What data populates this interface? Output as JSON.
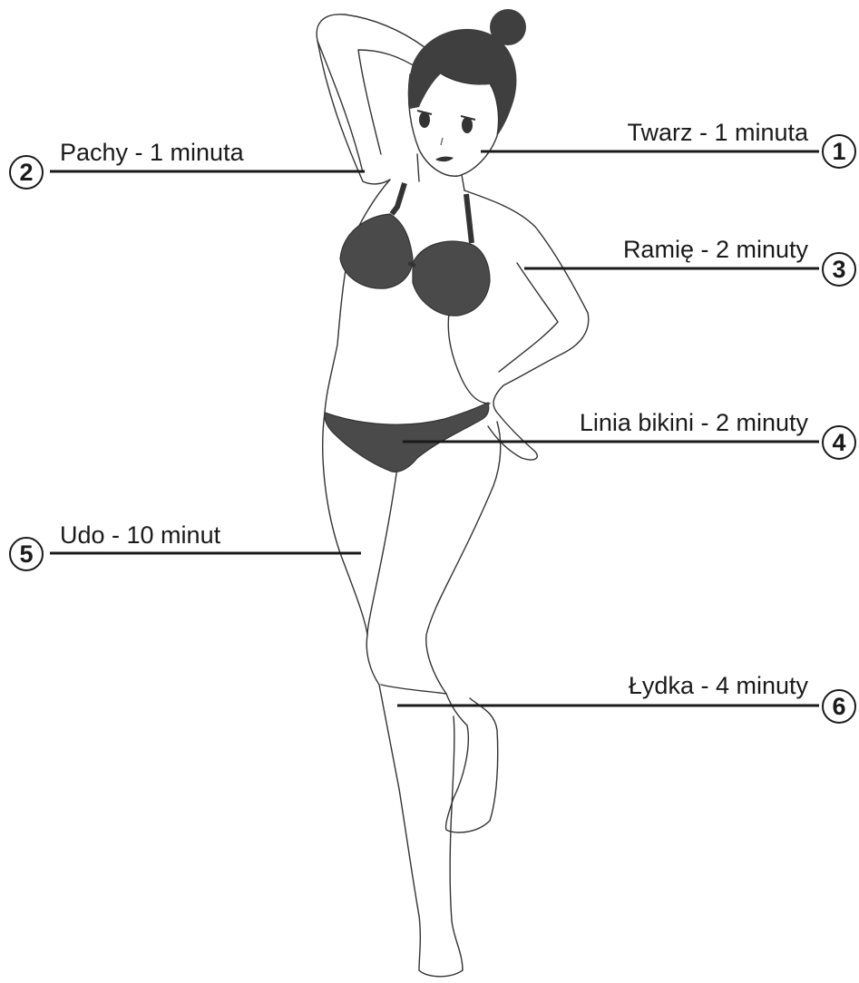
{
  "colors": {
    "ink": "#1a1a1a",
    "fill": "#4a4a4a",
    "skin": "#ffffff"
  },
  "figure_icon": "woman-bikini-outline",
  "callouts": [
    {
      "number": "1",
      "text": "Twarz - 1 minuta"
    },
    {
      "number": "2",
      "text": "Pachy - 1 minuta"
    },
    {
      "number": "3",
      "text": "Ramię - 2 minuty"
    },
    {
      "number": "4",
      "text": "Linia bikini - 2 minuty"
    },
    {
      "number": "5",
      "text": "Udo - 10 minut"
    },
    {
      "number": "6",
      "text": "Łydka - 4 minuty"
    }
  ]
}
